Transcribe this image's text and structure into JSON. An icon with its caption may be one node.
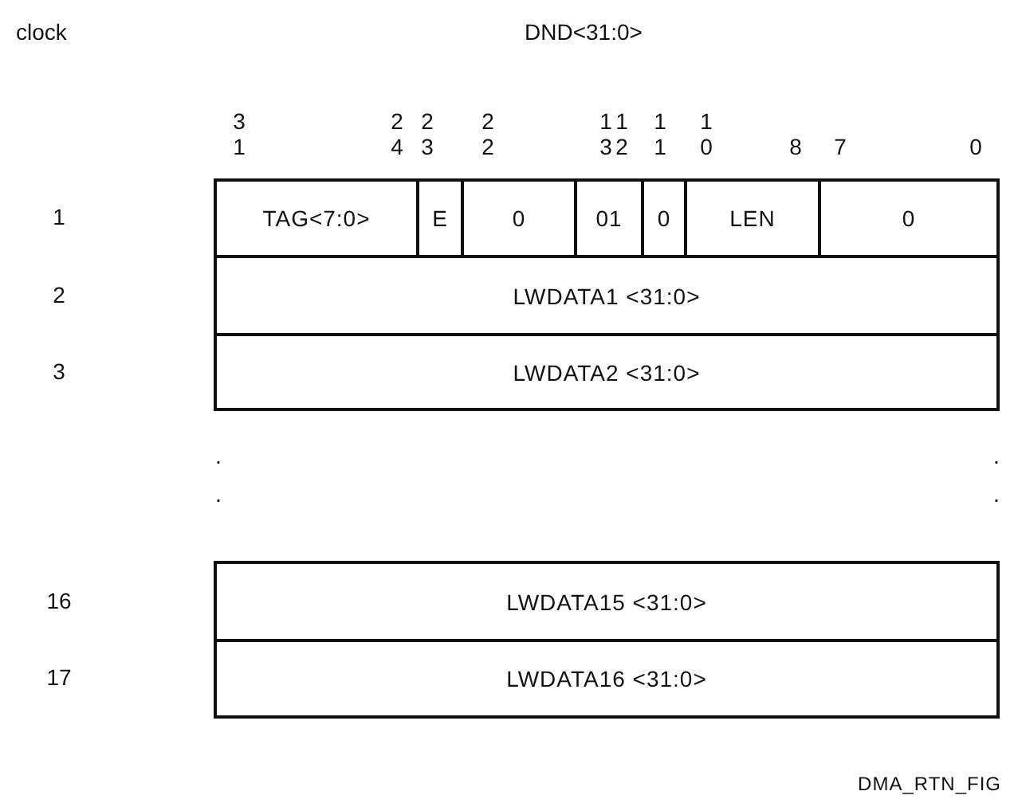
{
  "diagram": {
    "caption": "DMA_RTN_FIG",
    "nodes": [
      {
        "text": [
          "TAG<7:0>"
        ]
      },
      {
        "text": [
          "E"
        ]
      },
      {
        "text": [
          "0"
        ]
      },
      {
        "text": [
          "01"
        ]
      },
      {
        "text": [
          "0"
        ]
      },
      {
        "text": [
          "LEN"
        ]
      },
      {
        "text": [
          "0"
        ]
      },
      {
        "text": [
          "LWDATA1 <31:0>"
        ]
      },
      {
        "text": [
          "LWDATA2 <31:0>"
        ]
      },
      {
        "text": [
          "LWDATA15 <31:0>"
        ]
      },
      {
        "text": [
          "LWDATA16 <31:0>"
        ]
      }
    ],
    "edges": [],
    "labels": [
      "clock",
      "DND<31:0>",
      "31",
      "24",
      "23",
      "22",
      "13",
      "12",
      "11",
      "10",
      "8",
      "7",
      "0",
      "1",
      "2",
      "3",
      ".",
      ".",
      ".",
      ".",
      "16",
      "17"
    ]
  }
}
